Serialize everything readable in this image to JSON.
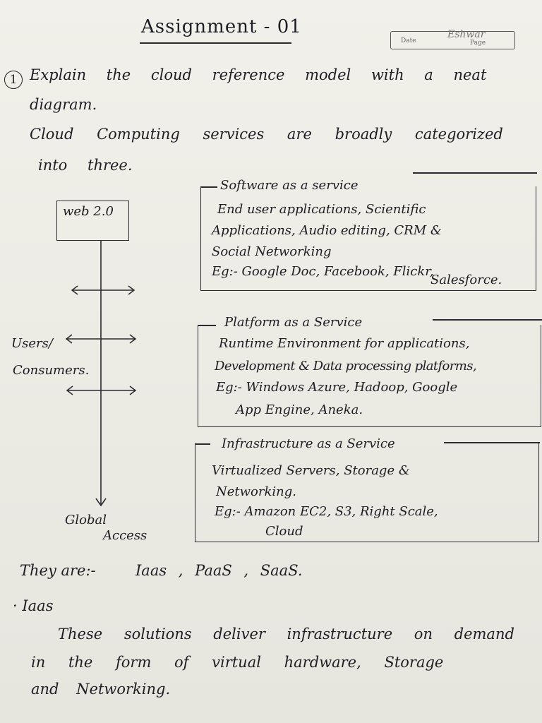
{
  "header": {
    "title": "Assignment - 01",
    "stamp_name": "Eshwar",
    "stamp_date_label": "Date",
    "stamp_page_label": "Page"
  },
  "question": {
    "number": "1",
    "line1": "Explain the cloud reference model with a neat",
    "line2": "diagram."
  },
  "intro": {
    "line1": "Cloud Computing services are broadly categorized",
    "line2": "into three."
  },
  "diagram": {
    "web_box": "web 2.0",
    "users_line1": "Users/",
    "users_line2": "Consumers.",
    "access_line1": "Global",
    "access_line2": "Access"
  },
  "saas": {
    "heading": "Software as a service",
    "lines": [
      "End user applications, Scientific",
      "Applications, Audio editing, CRM &",
      "Social Networking",
      "Eg:- Google Doc, Facebook, Flickr,",
      "Salesforce."
    ]
  },
  "paas": {
    "heading": "Platform as a Service",
    "lines": [
      "Runtime Environment for applications,",
      "Development & Data processing platforms,",
      "Eg:- Windows Azure, Hadoop, Google",
      "App Engine, Aneka."
    ]
  },
  "iaas": {
    "heading": "Infrastructure as a Service",
    "lines": [
      "Virtualized Servers, Storage &",
      "Networking.",
      "Eg:- Amazon EC2, S3, Right Scale,",
      "Cloud"
    ]
  },
  "summary": {
    "they_are": "They are:-",
    "list": "Iaas , PaaS , SaaS."
  },
  "iaas_section": {
    "bullet": "Iaas",
    "line1": "These solutions deliver infrastructure on demand",
    "line2": "in the form of virtual hardware, Storage",
    "line3": "and Networking."
  }
}
